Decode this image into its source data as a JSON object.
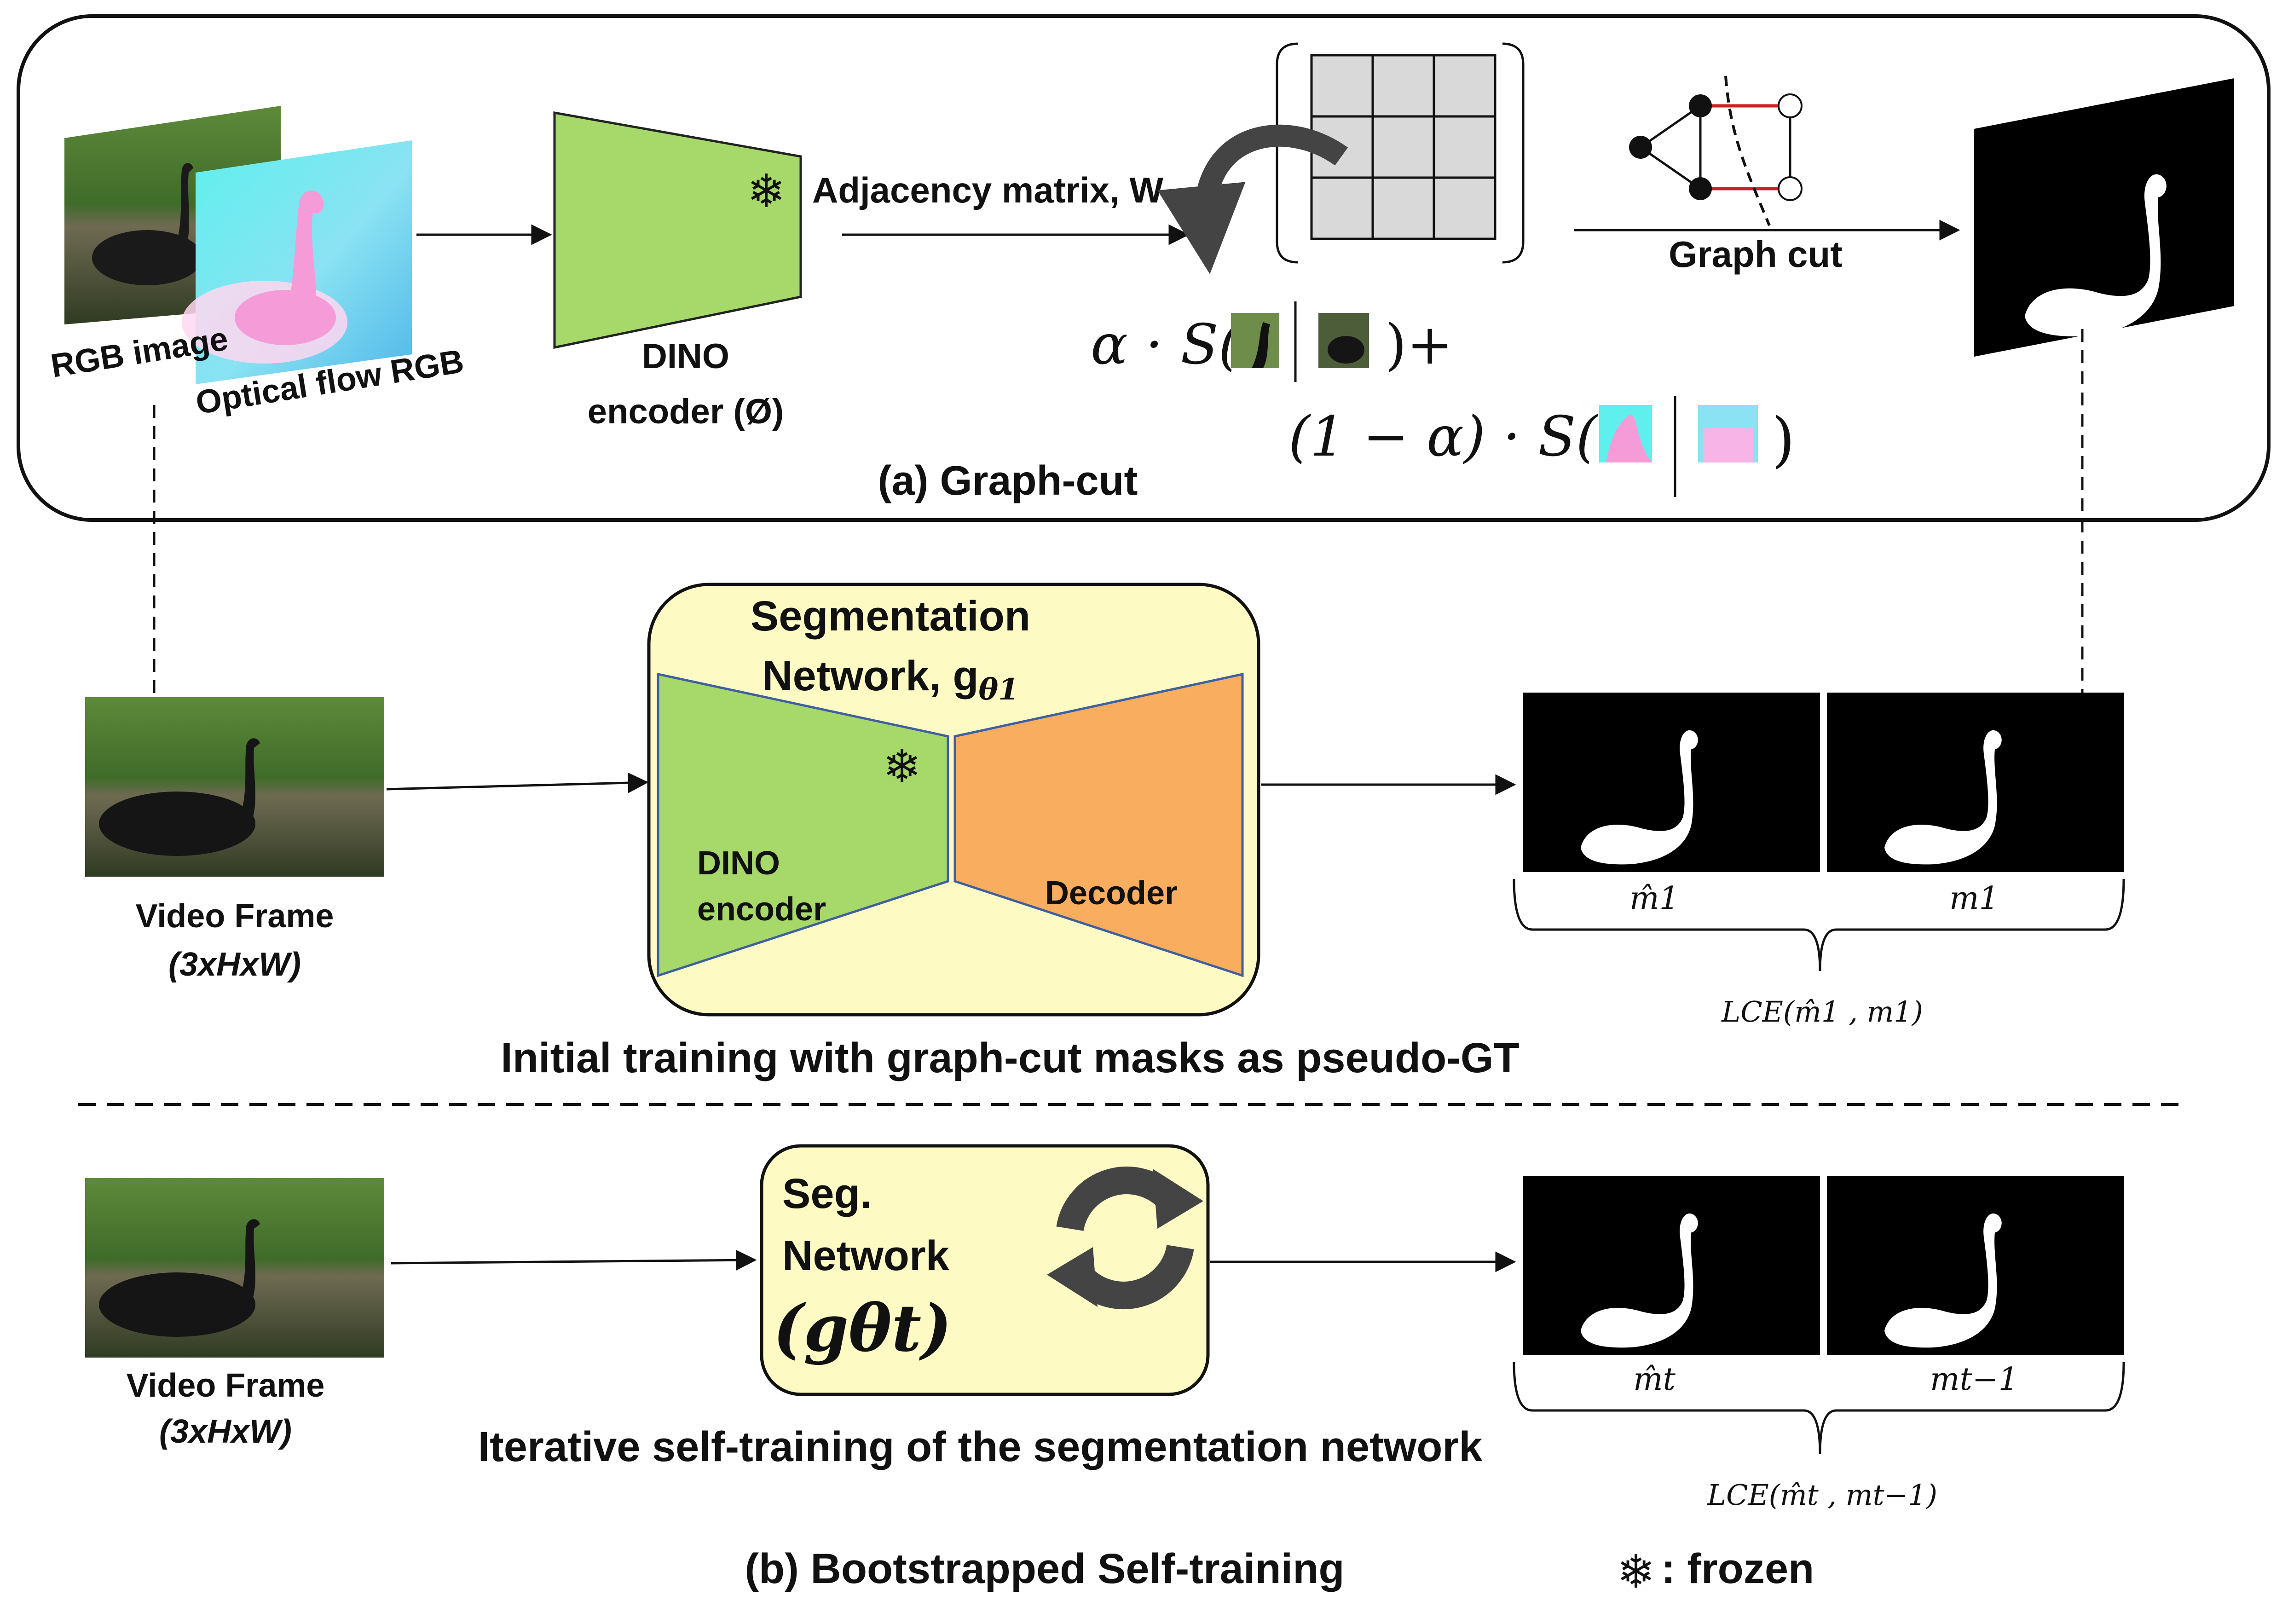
{
  "graph_cut_panel": {
    "rgb_image_label": "RGB image",
    "optical_flow_label": "Optical flow RGB",
    "encoder_label_line1": "DINO",
    "encoder_label_line2": "encoder (Ø)",
    "adjacency_label": "Adjacency matrix, W",
    "graph_cut_label": "Graph cut",
    "formula_alpha_term": "α · S(",
    "formula_plus": ")+",
    "formula_one_minus_alpha_term": "(1 − α) · S(",
    "formula_close": ")",
    "panel_caption": "(a) Graph-cut"
  },
  "initial_training": {
    "video_frame_label": "Video Frame",
    "video_frame_dims": "(3xHxW)",
    "network_title_line1": "Segmentation",
    "network_title_line2": "Network, g",
    "network_subscript": "θ1",
    "encoder_label_line1": "DINO",
    "encoder_label_line2": "encoder",
    "decoder_label": "Decoder",
    "pred_mask_label": "m̂1",
    "gt_mask_label": "m1",
    "loss_label": "LCE(m̂1 , m1)",
    "caption": "Initial training with graph-cut masks as pseudo-GT"
  },
  "self_training": {
    "video_frame_label": "Video Frame",
    "video_frame_dims": "(3xHxW)",
    "network_line1": "Seg.",
    "network_line2": "Network",
    "network_symbol": "(gθt)",
    "pred_mask_label": "m̂t",
    "gt_mask_label": "mt−1",
    "loss_label": "LCE(m̂t , mt−1)",
    "caption": "Iterative self-training of the segmentation network"
  },
  "bottom": {
    "panel_caption": "(b) Bootstrapped Self-training",
    "frozen_legend": ": frozen"
  },
  "icons": [
    "snowflake-icon",
    "refresh-icon",
    "curved-arrow-icon",
    "scissors-graph-icon"
  ],
  "colors": {
    "encoder_green": "#a6d86a",
    "decoder_orange": "#f9ad5f",
    "network_box_yellow": "#fdfac3",
    "matrix_cell_gray": "#d9d9d9",
    "cut_edge_red": "#d11f1f",
    "mask_black": "#000000"
  }
}
